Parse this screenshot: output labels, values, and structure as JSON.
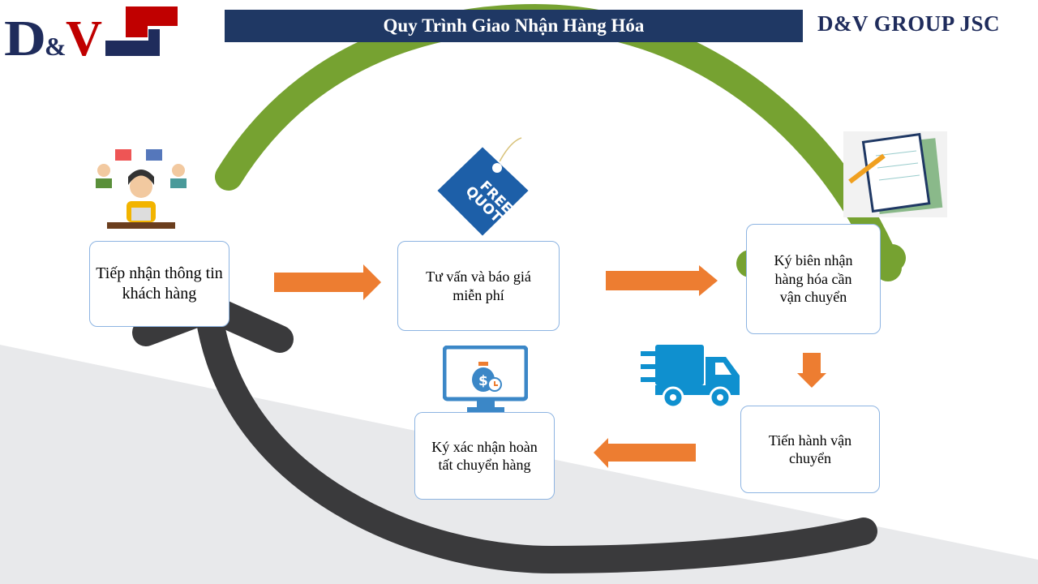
{
  "header": {
    "title": "Quy Trình Giao Nhận Hàng Hóa",
    "company": "D&V GROUP JSC",
    "logo_text": "D&V"
  },
  "steps": [
    {
      "label": "Tiếp nhận thông tin khách hàng",
      "icon": "customer-service-icon"
    },
    {
      "label": "Tư vấn và báo giá miễn phí",
      "icon": "free-quote-tag-icon",
      "icon_text": "FREE QUOTE"
    },
    {
      "label": "Ký biên nhận hàng hóa cần vận chuyển",
      "icon": "notebook-icon"
    },
    {
      "label": "Tiến hành vận chuyển",
      "icon": "delivery-truck-icon"
    },
    {
      "label": "Ký xác nhận hoàn tất chuyển hàng",
      "icon": "payment-monitor-icon"
    }
  ],
  "colors": {
    "navy": "#1f3864",
    "red": "#c00000",
    "arrow": "#ed7d31",
    "green": "#76a231",
    "dark": "#3a3a3c",
    "icon_blue": "#0f90cf"
  }
}
